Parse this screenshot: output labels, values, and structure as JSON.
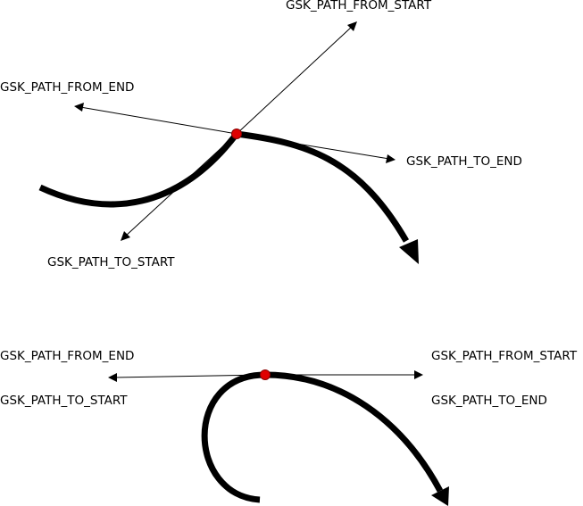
{
  "colors": {
    "curve": "#000000",
    "point": "#e00000",
    "text": "#000000",
    "background": "#ffffff"
  },
  "diagrams": [
    {
      "labels": {
        "from_start": "GSK_PATH_FROM_START",
        "from_end": "GSK_PATH_FROM_END",
        "to_end": "GSK_PATH_TO_END",
        "to_start": "GSK_PATH_TO_START"
      }
    },
    {
      "labels": {
        "from_end": "GSK_PATH_FROM_END",
        "to_start": "GSK_PATH_TO_START",
        "from_start": "GSK_PATH_FROM_START",
        "to_end": "GSK_PATH_TO_END"
      }
    }
  ]
}
